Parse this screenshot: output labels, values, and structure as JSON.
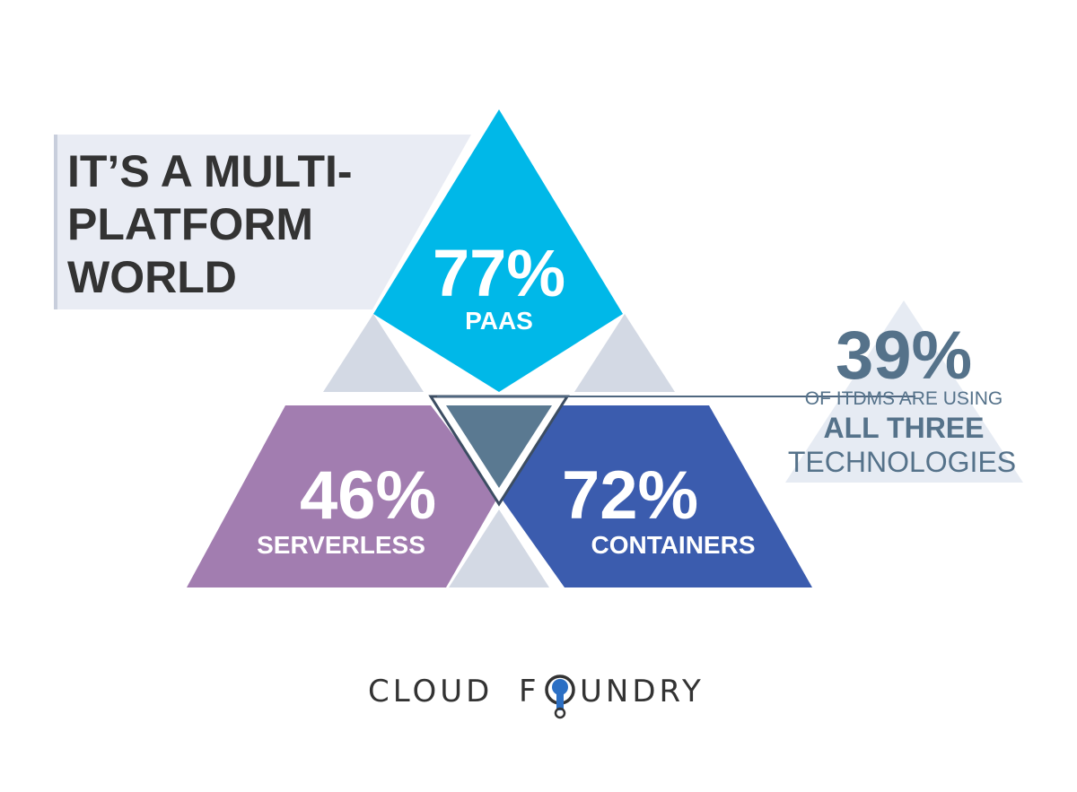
{
  "headline": {
    "line1": "IT’S A MULTI-",
    "line2": "PLATFORM",
    "line3": "WORLD"
  },
  "segments": {
    "paas": {
      "value": "77%",
      "label": "PAAS",
      "color": "#00b8e8"
    },
    "serverless": {
      "value": "46%",
      "label": "SERVERLESS",
      "color": "#a27db0"
    },
    "containers": {
      "value": "72%",
      "label": "CONTAINERS",
      "color": "#3b5cae"
    }
  },
  "overlap": {
    "value": "39%",
    "line1": "OF ITDMS ARE USING",
    "line2": "ALL THREE",
    "line3": "TECHNOLOGIES",
    "color": "#5a7991"
  },
  "logo": {
    "part1": "CLOUD",
    "part2": "F",
    "part3": "UNDRY",
    "color": "#333333",
    "accent": "#2b6fc4"
  },
  "colors": {
    "filler": "#d3d9e4",
    "headline_bg": "#e9ecf4",
    "text_dark": "#333333",
    "callout_text": "#55728a"
  }
}
